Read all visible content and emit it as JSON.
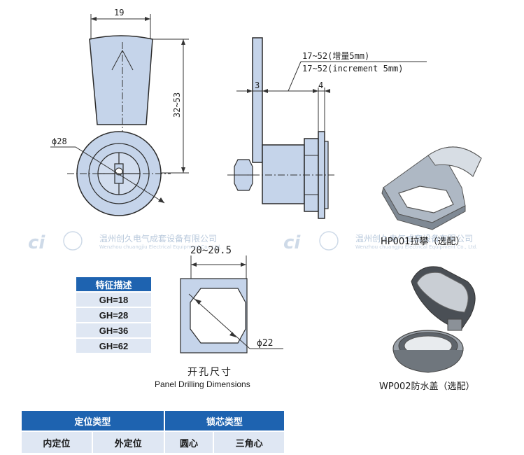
{
  "front_view": {
    "width_dim": "19",
    "height_dim": "32~53",
    "diameter_dim": "ϕ28"
  },
  "side_view": {
    "range_cn": "17~52(增量5mm)",
    "range_en": "17~52(increment 5mm)",
    "dim_3": "3",
    "dim_4": "4"
  },
  "watermark": {
    "cn": "温州创久电气成套设备有限公司",
    "en": "Wenzhou chuangjiu Electrical Equipment Co., Ltd."
  },
  "panel": {
    "width_dim": "20~20.5",
    "diameter_dim": "ϕ22",
    "caption_cn": "开孔尺寸",
    "caption_en": "Panel Drilling Dimensions"
  },
  "features": {
    "header": "特征描述",
    "rows": [
      "GH=18",
      "GH=28",
      "GH=36",
      "GH=62"
    ]
  },
  "accessories": {
    "hp001": "HP001拉攀（选配）",
    "wp002": "WP002防水盖（选配）"
  },
  "bottom_table": {
    "group1": "定位类型",
    "group2": "锁芯类型",
    "cells": [
      "内定位",
      "外定位",
      "圆心",
      "三角心"
    ]
  },
  "colors": {
    "part_fill": "#c5d4ea",
    "header_blue": "#1e63b0",
    "cell_bg": "#dfe7f3"
  }
}
